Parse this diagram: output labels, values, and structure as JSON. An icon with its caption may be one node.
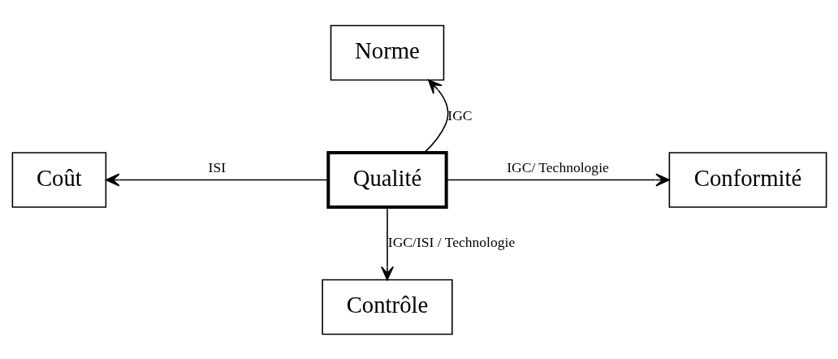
{
  "diagram": {
    "nodes": [
      {
        "text": [
          "Norme"
        ]
      },
      {
        "text": [
          "Coût"
        ]
      },
      {
        "text": [
          "Qualité"
        ]
      },
      {
        "text": [
          "Conformité"
        ]
      },
      {
        "text": [
          "Contrôle"
        ]
      }
    ],
    "edges": [
      {
        "from": 2,
        "to": 0,
        "arrow": "to",
        "label": "IGC"
      },
      {
        "from": 2,
        "to": 1,
        "arrow": "to",
        "label": "ISI"
      },
      {
        "from": 2,
        "to": 3,
        "arrow": "to",
        "label": "IGC/ Technologie"
      },
      {
        "from": 2,
        "to": 4,
        "arrow": "to",
        "label": "IGC/ISI / Technologie"
      }
    ]
  }
}
